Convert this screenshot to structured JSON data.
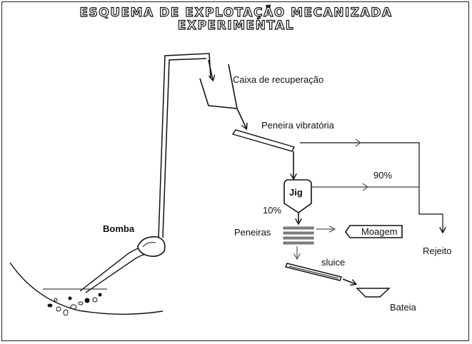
{
  "title": {
    "line1": "ESQUEMA DE EXPLOTAÇÃO MECANIZADA",
    "line2": "EXPERIMENTAL"
  },
  "labels": {
    "caixa": "Caixa de recuperação",
    "peneira_vibratoria": "Peneira vibratória",
    "jig": "Jig",
    "pct_90": "90%",
    "pct_10": "10%",
    "peneiras": "Peneiras",
    "moagem": "Moagem",
    "rejeito": "Rejeito",
    "sluice": "sluice",
    "bateia": "Bateia",
    "bomba": "Bomba"
  },
  "colors": {
    "line": "#111111",
    "arrow_gray": "#555555",
    "screen_gray": "#888888"
  }
}
